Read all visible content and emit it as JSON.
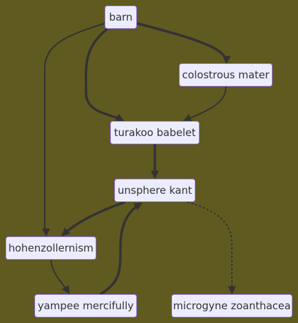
{
  "diagram": {
    "nodes": {
      "barn": "barn",
      "colostrous_mater": "colostrous mater",
      "turakoo_babelet": "turakoo babelet",
      "unsphere_kant": "unsphere kant",
      "hohenzollernism": "hohenzollernism",
      "yampee_mercifully": "yampee mercifully",
      "microgyne_zoanthacea": "microgyne zoanthacea"
    },
    "edges": [
      {
        "from": "barn",
        "to": "colostrous mater",
        "style": "thick"
      },
      {
        "from": "barn",
        "to": "turakoo babelet",
        "style": "thick"
      },
      {
        "from": "barn",
        "to": "hohenzollernism",
        "style": "normal"
      },
      {
        "from": "colostrous mater",
        "to": "turakoo babelet",
        "style": "normal"
      },
      {
        "from": "turakoo babelet",
        "to": "unsphere kant",
        "style": "thick"
      },
      {
        "from": "unsphere kant",
        "to": "hohenzollernism",
        "style": "thick"
      },
      {
        "from": "unsphere kant",
        "to": "microgyne zoanthacea",
        "style": "dotted"
      },
      {
        "from": "hohenzollernism",
        "to": "yampee mercifully",
        "style": "normal"
      },
      {
        "from": "yampee mercifully",
        "to": "unsphere kant",
        "style": "thick"
      }
    ],
    "colors": {
      "background": "#5f5a20",
      "node_fill": "#ececff",
      "node_border": "#9370db",
      "edge": "#333333"
    }
  }
}
